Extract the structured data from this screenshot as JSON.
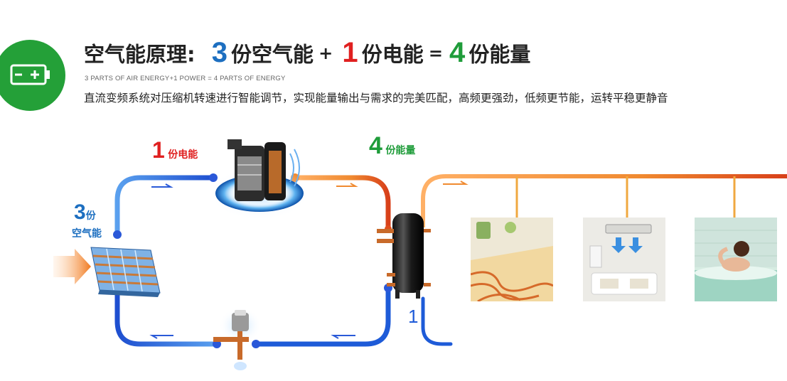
{
  "header": {
    "title_prefix": "空气能原理:",
    "air_parts_number": "3",
    "air_parts_text": "份空气能",
    "plus_sign": "+",
    "power_parts_number": "1",
    "power_parts_text": "份电能",
    "equals_sign": "=",
    "energy_parts_number": "4",
    "energy_parts_text": "份能量",
    "subtitle_en": "3 PARTS OF AIR ENERGY+1 POWER = 4 PARTS OF ENERGY",
    "description": "直流变频系统对压缩机转速进行智能调节，实现能量输出与需求的完美匹配，高频更强劲，低频更节能，运转平稳更静音"
  },
  "diagram": {
    "power_label_number": "1",
    "power_label_text": "份电能",
    "output_label_number": "4",
    "output_label_text": "份能量",
    "air_label_number": "3",
    "air_label_unit": "份",
    "air_label_text": "空气能",
    "tank_marker": "1"
  },
  "colors": {
    "brand_green": "#24a038",
    "title_blue": "#1d6fc0",
    "title_red": "#e02020",
    "title_green": "#1f9c3a",
    "cold_pipe_blue": "#1e5bd8",
    "hot_pipe_orange": "#e8781c",
    "supply_red": "#e04e1c"
  },
  "icons": {
    "badge": "battery-icon",
    "evaporator": "evaporator-coil-icon",
    "compressor": "compressor-icon",
    "expansion_valve": "expansion-valve-icon",
    "water_tank": "water-tank-icon"
  }
}
